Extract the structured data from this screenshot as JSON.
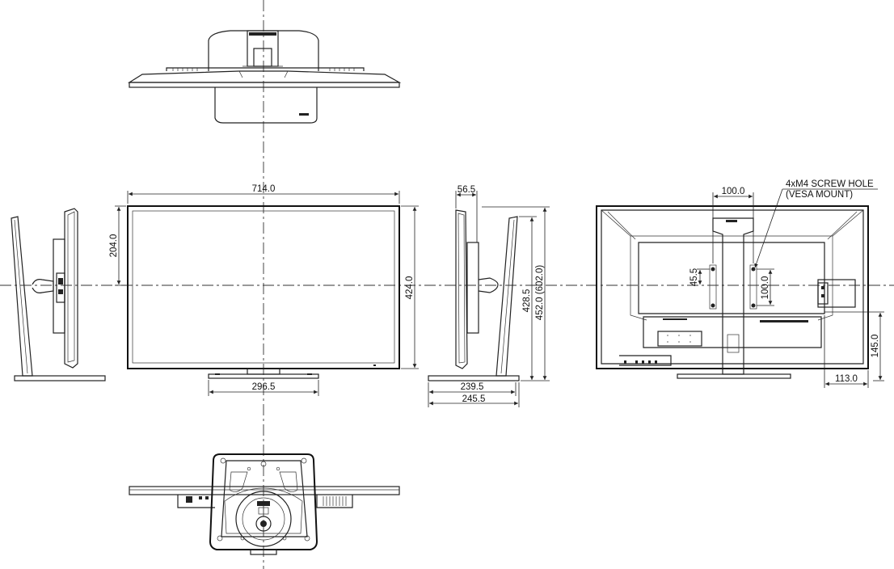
{
  "dimensions": {
    "front_width": "714.0",
    "front_height": "424.0",
    "top_to_center": "204.0",
    "stand_base_width": "296.5",
    "side_depth_top": "56.5",
    "side_height_min": "428.5",
    "side_height_range": "452.0 (602.0)",
    "side_base_depth_inner": "239.5",
    "side_base_depth_outer": "245.5",
    "vesa_horizontal": "100.0",
    "vesa_vertical": "100.0",
    "vesa_offset": "45.5",
    "rear_offset_height": "145.0",
    "rear_offset_width": "113.0"
  },
  "notes": {
    "screw_hole_line1": "4xM4 SCREW HOLE",
    "screw_hole_line2": "(VESA MOUNT)"
  }
}
